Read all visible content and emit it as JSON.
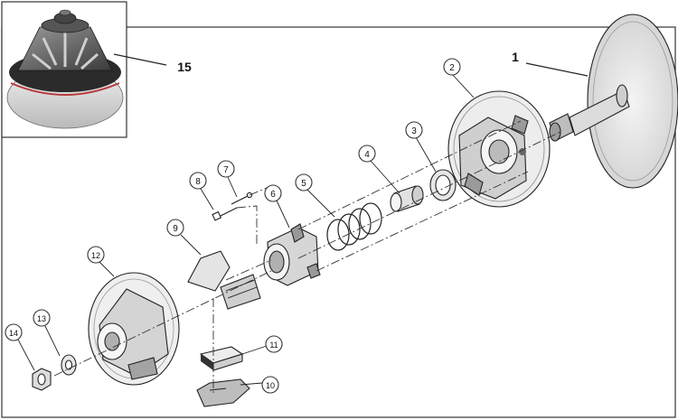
{
  "callouts": {
    "c1": "1",
    "c2": "2",
    "c3": "3",
    "c4": "4",
    "c5": "5",
    "c6": "6",
    "c7": "7",
    "c8": "8",
    "c9": "9",
    "c10": "10",
    "c11": "11",
    "c12": "12",
    "c13": "13",
    "c14": "14",
    "c15": "15"
  },
  "colors": {
    "line": "#222222",
    "part_light": "#e9e9e9",
    "part_mid": "#c8c8c8",
    "part_dark": "#8c8c8c",
    "inset_accent": "#b8393a"
  }
}
